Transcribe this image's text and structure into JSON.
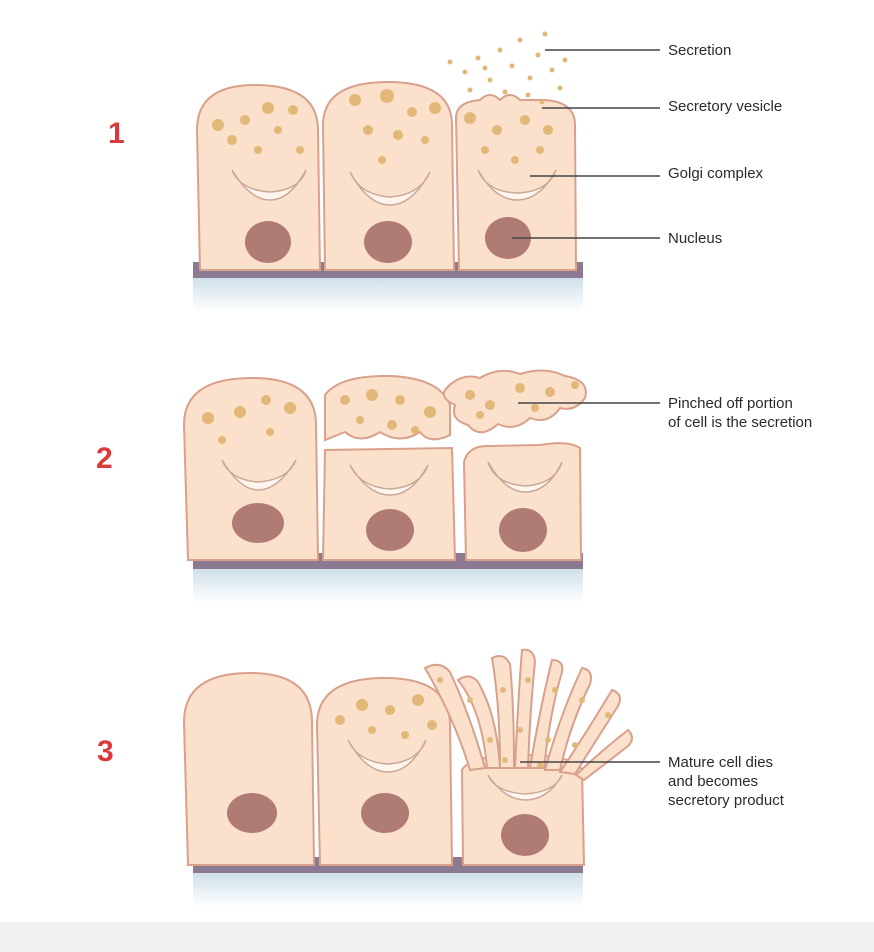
{
  "stages": [
    {
      "number": "1"
    },
    {
      "number": "2"
    },
    {
      "number": "3"
    }
  ],
  "labels": {
    "secretion": "Secretion",
    "secretory_vesicle": "Secretory vesicle",
    "golgi_complex": "Golgi complex",
    "nucleus": "Nucleus",
    "pinched_line1": "Pinched off portion",
    "pinched_line2": "of cell is the secretion",
    "mature_line1": "Mature cell dies",
    "mature_line2": "and becomes",
    "mature_line3": "secretory product"
  },
  "colors": {
    "stage_number": "#d93a3a",
    "cell_fill": "#fbe1cc",
    "cell_outline": "#d9a08c",
    "nucleus": "#b07b74",
    "basement": "#8c7a92",
    "granule": "#e1b877"
  }
}
